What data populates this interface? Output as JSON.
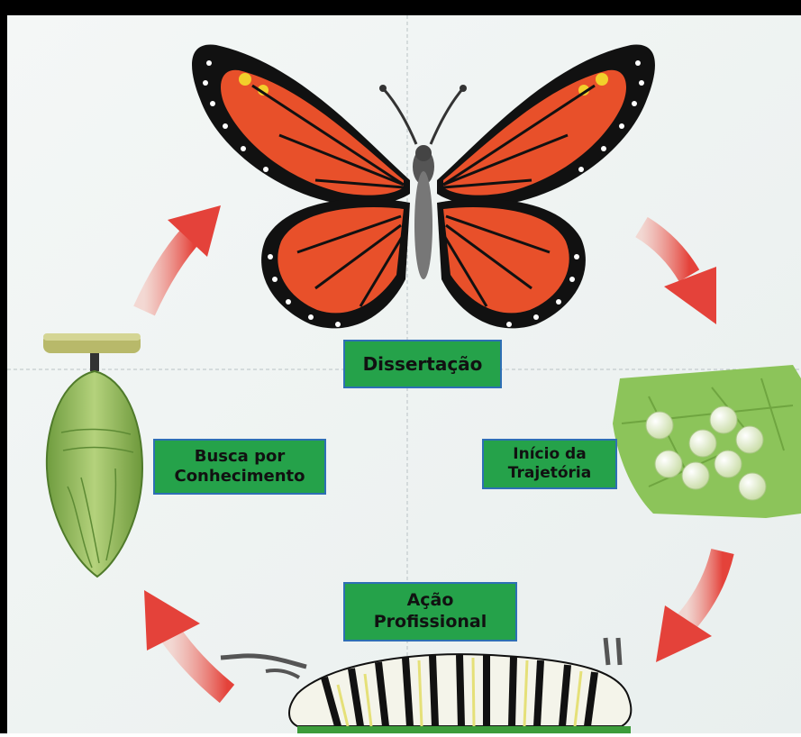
{
  "colors": {
    "label_background": "#25a24a",
    "label_border": "#2e6fb5",
    "arrow": "#e4423a",
    "wing_orange": "#e8502a",
    "leaf_green": "#8cc45a",
    "frame": "#000000"
  },
  "stages": [
    {
      "id": "dissertacao",
      "lines": [
        "Dissertação"
      ],
      "image": "butterfly-icon"
    },
    {
      "id": "inicio",
      "lines": [
        "Início da",
        "Trajetória"
      ],
      "image": "eggs-on-leaf-icon"
    },
    {
      "id": "acao",
      "lines": [
        "Ação",
        "Profissional"
      ],
      "image": "caterpillar-icon"
    },
    {
      "id": "busca",
      "lines": [
        "Busca por",
        "Conhecimento"
      ],
      "image": "chrysalis-icon"
    }
  ],
  "arrows": [
    {
      "id": "butterfly-to-eggs",
      "direction": "down-right"
    },
    {
      "id": "eggs-to-caterpillar",
      "direction": "down-left"
    },
    {
      "id": "caterpillar-to-chrysalis",
      "direction": "up-left"
    },
    {
      "id": "chrysalis-to-butterfly",
      "direction": "up-right"
    }
  ]
}
